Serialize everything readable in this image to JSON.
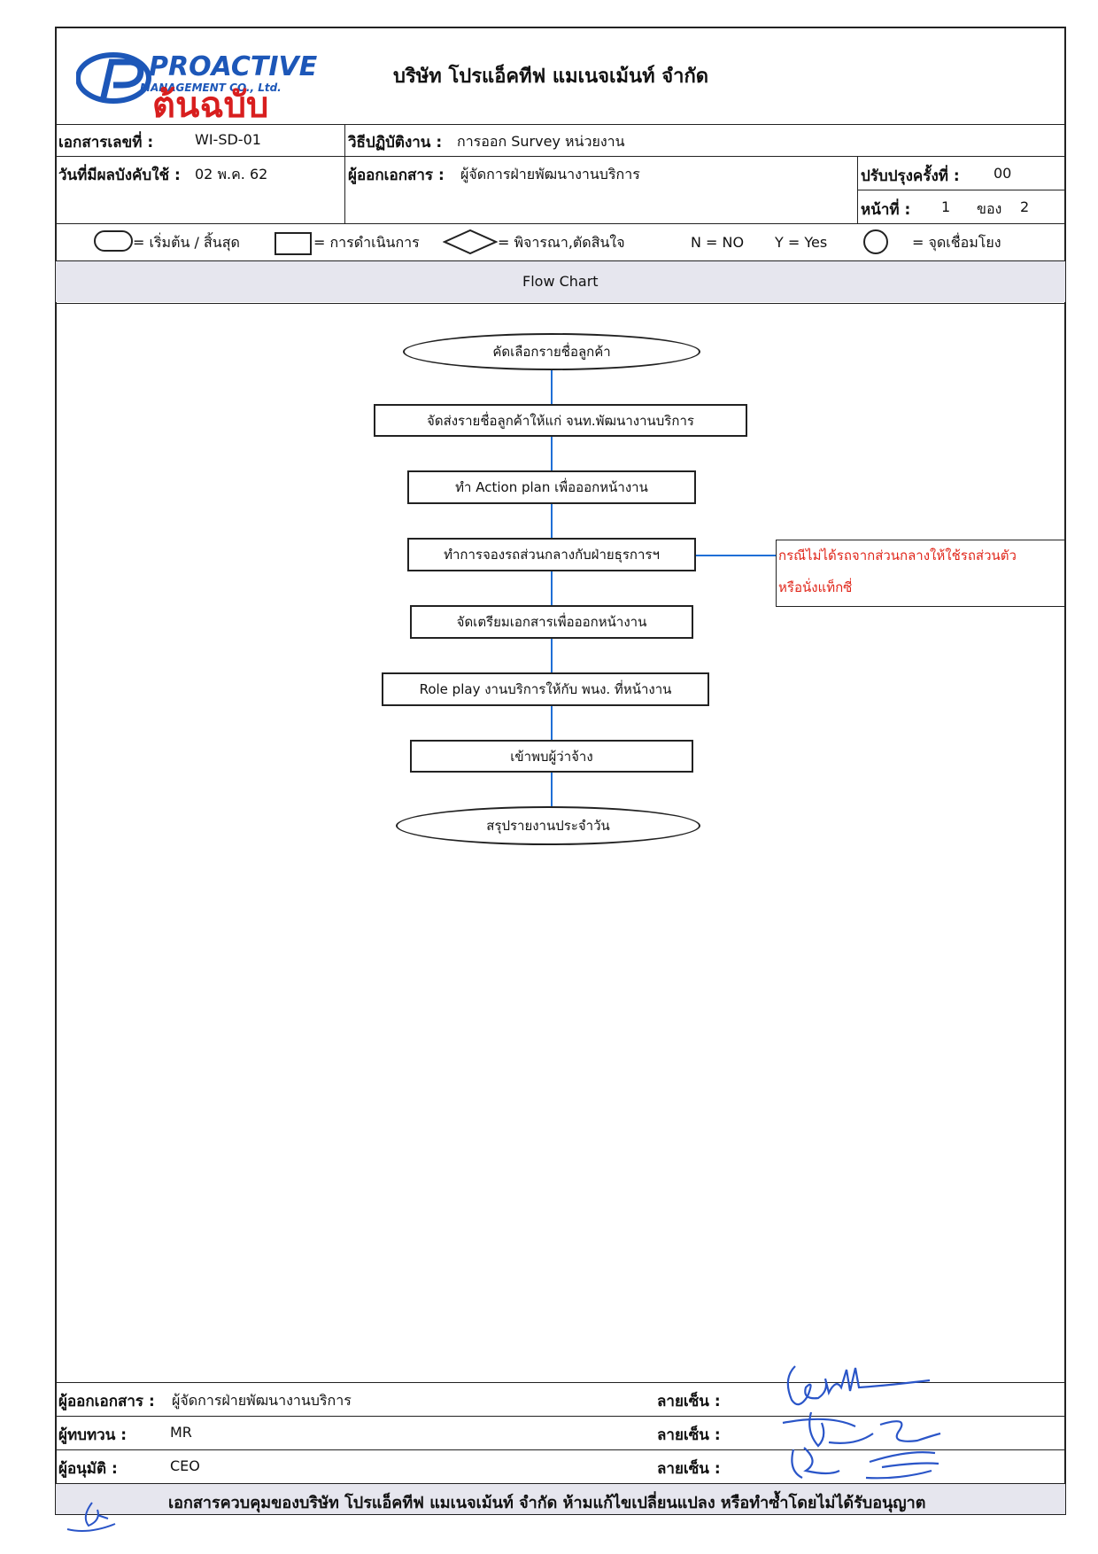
{
  "header": {
    "company_name": "บริษัท โปรแอ็คทีฟ แมเนจเม้นท์ จำกัด",
    "logo_text_top": "PROACTIVE",
    "logo_text_bottom": "MANAGEMENT CO., Ltd.",
    "stamp_text": "ต้นฉบับ"
  },
  "doc_info": {
    "doc_no_label": "เอกสารเลขที่ :",
    "doc_no_value": "WI-SD-01",
    "procedure_label": "วิธีปฏิบัติงาน :",
    "procedure_value": "การออก Survey หน่วยงาน",
    "effective_label": "วันที่มีผลบังคับใช้ :",
    "effective_value": "02 พ.ค. 62",
    "issuer_label": "ผู้ออกเอกสาร :",
    "issuer_value": "ผู้จัดการฝ่ายพัฒนางานบริการ",
    "revision_label": "ปรับปรุงครั้งที่ :",
    "revision_value": "00",
    "page_label": "หน้าที่ :",
    "page_value": "1",
    "of_label": "ของ",
    "of_value": "2"
  },
  "legend": {
    "start_end": "= เริ่มต้น / สิ้นสุด",
    "process": "= การดำเนินการ",
    "decision": "= พิจารณา,ตัดสินใจ",
    "no": "N = NO",
    "yes": "Y = Yes",
    "connector": "= จุดเชื่อมโยง"
  },
  "flow_chart": {
    "title": "Flow Chart",
    "steps": [
      "คัดเลือกรายชื่อลูกค้า",
      "จัดส่งรายชื่อลูกค้าให้แก่ จนท.พัฒนางานบริการ",
      "ทำ Action plan เพื่อออกหน้างาน",
      "ทำการจองรถส่วนกลางกับฝ่ายธุรการฯ",
      "จัดเตรียมเอกสารเพื่อออกหน้างาน",
      "Role play งานบริการให้กับ พนง. ที่หน้างาน",
      "เข้าพบผู้ว่าจ้าง",
      "สรุปรายงานประจำวัน"
    ],
    "note_line1": "กรณีไม่ได้รถจากส่วนกลางให้ใช้รถส่วนตัว",
    "note_line2": "หรือนั่งแท็กซี่"
  },
  "footer": {
    "issuer_label": "ผู้ออกเอกสาร :",
    "issuer_value": "ผู้จัดการฝ่ายพัฒนางานบริการ",
    "reviewer_label": "ผู้ทบทวน :",
    "reviewer_value": "MR",
    "approver_label": "ผู้อนุมัติ :",
    "approver_value": "CEO",
    "signature_label": "ลายเซ็น :",
    "control_note": "เอกสารควบคุมของบริษัท โปรแอ็คทีฟ แมเนจเม้นท์ จำกัด ห้ามแก้ไขเปลี่ยนแปลง หรือทำซ้ำโดยไม่ได้รับอนุญาต"
  },
  "colors": {
    "connector_line": "#1f6fd6",
    "note_text": "#e0261a",
    "stamp": "#d81e1e",
    "logo": "#1d57b8",
    "band": "#e6e6ee"
  }
}
